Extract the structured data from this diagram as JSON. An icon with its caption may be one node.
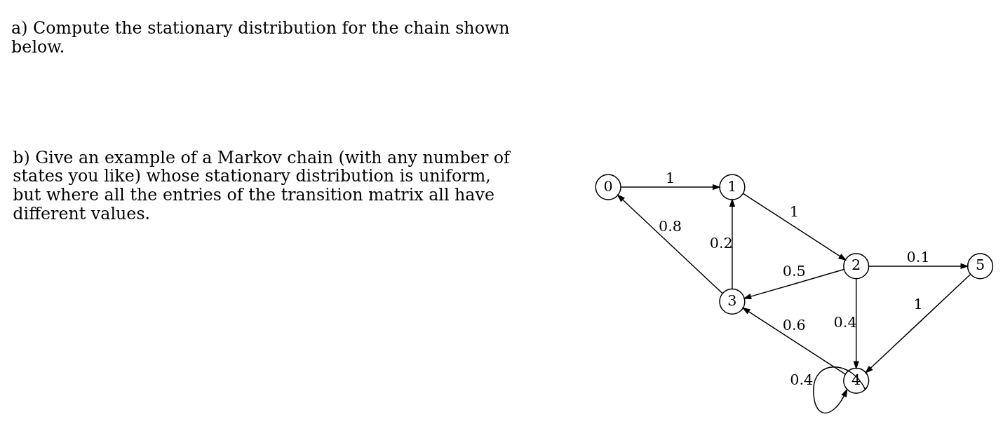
{
  "diagram": {
    "nodes": [
      {
        "text": [
          "0"
        ]
      },
      {
        "text": [
          "1"
        ]
      },
      {
        "text": [
          "2"
        ]
      },
      {
        "text": [
          "3"
        ]
      },
      {
        "text": [
          "4"
        ]
      },
      {
        "text": [
          "5"
        ]
      }
    ],
    "edges": [
      {
        "from": 0,
        "to": 1,
        "arrow": "to",
        "label": "1"
      },
      {
        "from": 1,
        "to": 2,
        "arrow": "to",
        "label": "1"
      },
      {
        "from": 2,
        "to": 5,
        "arrow": "to",
        "label": "0.1"
      },
      {
        "from": 3,
        "to": 1,
        "arrow": "to",
        "label": "0.2"
      },
      {
        "from": 2,
        "to": 4,
        "arrow": "to",
        "label": "0.4"
      },
      {
        "from": 2,
        "to": 3,
        "arrow": "to",
        "label": "0.5"
      },
      {
        "from": 3,
        "to": 0,
        "arrow": "to",
        "label": "0.8"
      },
      {
        "from": 5,
        "to": 4,
        "arrow": "to",
        "label": "1"
      },
      {
        "from": 4,
        "to": 3,
        "arrow": "to",
        "label": "0.6"
      },
      {
        "from": 4,
        "to": 4,
        "arrow": "to",
        "label": "0.4"
      }
    ],
    "labels": [
      "a) Compute the stationary distribution for the chain shown below.",
      "b) Give an example of a Markov chain (with any number of states you like) whose stationary distribution is uniform, but where all the entries of the transition matrix all have different values."
    ]
  }
}
